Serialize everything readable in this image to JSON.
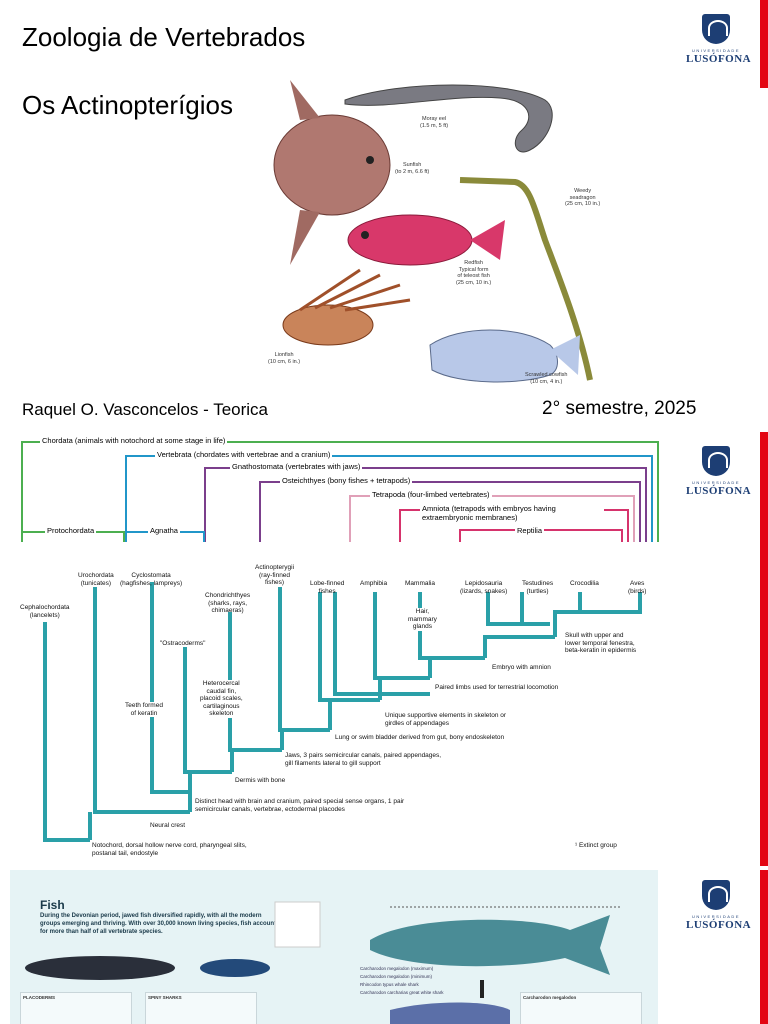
{
  "slide1": {
    "title_line1": "Zoologia de Vertebrados",
    "title_line2": "Os Actinopterígios",
    "author": "Raquel O. Vasconcelos -  Teorica",
    "semester": "2° semestre, 2025",
    "logo": {
      "university": "UNIVERSIDADE",
      "name": "LUSÓFONA"
    },
    "fish_labels": {
      "moray": "Moray eel\n(1.5 m, 5 ft)",
      "sunfish": "Sunfish\n(to 2 m, 6.6 ft)",
      "seadragon": "Weedy\nseadragon\n(25 cm, 10 in.)",
      "redfish": "Redfish\nTypical form\nof teleost fish\n(25 cm, 10 in.)",
      "lionfish": "Lionfish\n(10 cm, 6 in.)",
      "cowfish": "Scrawled cowfish\n(10 cm, 4 in.)"
    }
  },
  "slide2": {
    "bars": {
      "chordata": "Chordata (animals with notochord at some stage in life)",
      "vertebrata": "Vertebrata (chordates with vertebrae and a cranium)",
      "gnathostomata": "Gnathostomata (vertebrates with jaws)",
      "osteichthyes": "Osteichthyes (bony fishes + tetrapods)",
      "tetrapoda": "Tetrapoda (four-limbed vertebrates)",
      "amniota": "Amniota (tetrapods with embryos having extraembryonic membranes)",
      "reptilia": "Reptilia",
      "protochordata": "Protochordata",
      "agnatha": "Agnatha"
    },
    "taxa": {
      "cephalochordata": "Cephalochordata\n(lancelets)",
      "urochordata": "Urochordata\n(tunicates)",
      "cyclostomata": "Cyclostomata\n(hagfishes, lampreys)",
      "ostracoderms": "\"Ostracoderms\"",
      "chondrichthyes": "Chondrichthyes\n(sharks, rays,\nchimaeras)",
      "actinopterygii": "Actinopterygii\n(ray-finned\nfishes)",
      "lobefinned": "Lobe-finned\nfishes",
      "amphibia": "Amphibia",
      "mammalia": "Mammalia",
      "lepidosauria": "Lepidosauria\n(lizards, snakes)",
      "testudines": "Testudines\n(turtles)",
      "crocodilia": "Crocodilia",
      "aves": "Aves\n(birds)"
    },
    "characters": {
      "hair": "Hair,\nmammary\nglands",
      "skull": "Skull with upper and\nlower temporal fenestra,\nbeta-keratin in epidermis",
      "amnion": "Embryo with amnion",
      "limbs": "Paired limbs used for terrestrial locomotion",
      "supportive": "Unique supportive elements in skeleton or\ngirdles of appendages",
      "lung": "Lung or swim bladder derived from gut, bony endoskeleton",
      "jaws": "Jaws, 3 pairs semicircular canals, paired appendages,\ngill filaments lateral to gill support",
      "heterocercal": "Heterocercal\ncaudal fin,\nplacoid scales,\ncartilaginous\nskeleton",
      "teeth": "Teeth formed\nof keratin",
      "dermis": "Dermis with bone",
      "head": "Distinct head with brain and cranium, paired special sense organs, 1 pair\nsemicircular canals, vertebrae, ectodermal placodes",
      "neural": "Neural crest",
      "notochord": "Notochord, dorsal hollow nerve cord, pharyngeal slits,\npostanal tail, endostyle"
    },
    "footnote": "¹ Extinct group"
  },
  "slide3": {
    "heading": "Fish",
    "paragraph": "During the Devonian period, jawed fish diversified rapidly, with all the modern groups emerging and thriving. With over 30,000 known living species, fish account for more than half of all vertebrate species.",
    "box1": "PLACODERMS",
    "box2": "SPINY SHARKS",
    "box3": "Carcharodon megalodon",
    "legend": [
      "Carcharodon megalodon (maximum)",
      "Carcharodon megalodon (minimum)",
      "Rhincodon typus whale shark",
      "Carcharodon carcharias great white shark"
    ]
  },
  "colors": {
    "accent_red": "#e30613",
    "clade_teal": "#2aa0a8",
    "chordata_green": "#4caf50",
    "vertebrata_blue": "#2196c9",
    "gnatho_purple": "#7b3f8c",
    "amniota_red": "#d6336c"
  }
}
